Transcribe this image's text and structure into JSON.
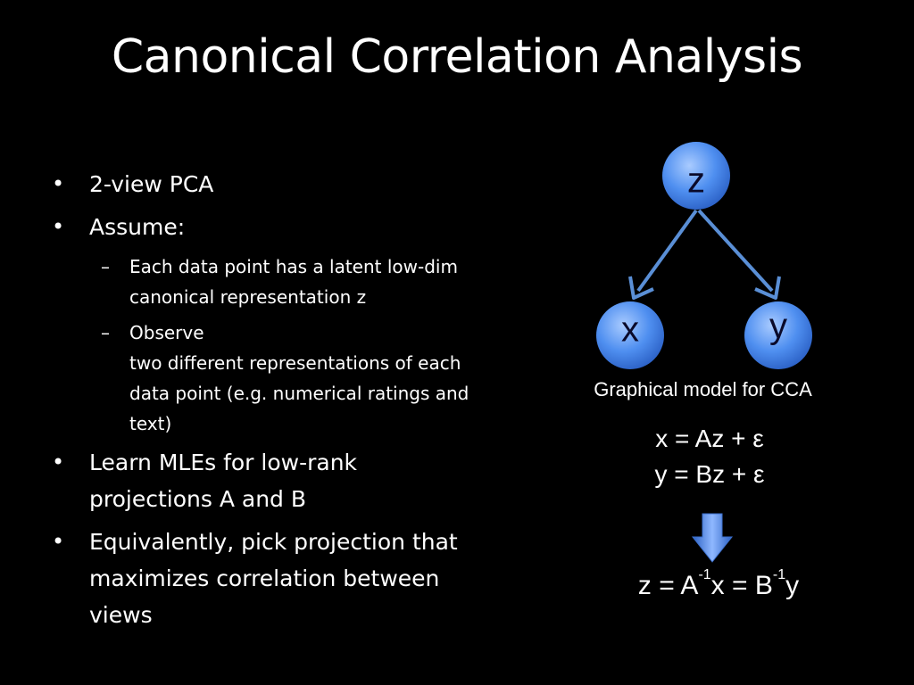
{
  "slide": {
    "title": "Canonical Correlation Analysis"
  },
  "bullets": {
    "b1": "2-view PCA",
    "b2": "Assume:",
    "b2_sub1_line1": "Each data point has a latent low-dim",
    "b2_sub1_line2": "canonical representation z",
    "b2_sub2_line1": "Observe",
    "b2_sub2_line2": "two different representations of each",
    "b2_sub2_line3": "data point (e.g. numerical ratings and",
    "b2_sub2_line4": "text)",
    "b3_line1": "Learn MLEs for low-rank",
    "b3_line2": "projections A and B",
    "b4_line1": "Equivalently, pick projection that",
    "b4_line2": "maximizes correlation between",
    "b4_line3": "views",
    "bullet_symbol": "•",
    "dash_symbol": "–"
  },
  "diagram": {
    "node_z": "z",
    "node_x": "x",
    "node_y": "y",
    "caption": "Graphical model for CCA",
    "node_color": "#3d7ee6",
    "edge_color": "#5a8fd6"
  },
  "equations": {
    "eq1": "x = Az + ε",
    "eq2": "y = Bz + ε",
    "eq3_part1": "z = A",
    "eq3_sup1": "-1",
    "eq3_part2": "x = B",
    "eq3_sup2": "-1",
    "eq3_part3": "y"
  }
}
